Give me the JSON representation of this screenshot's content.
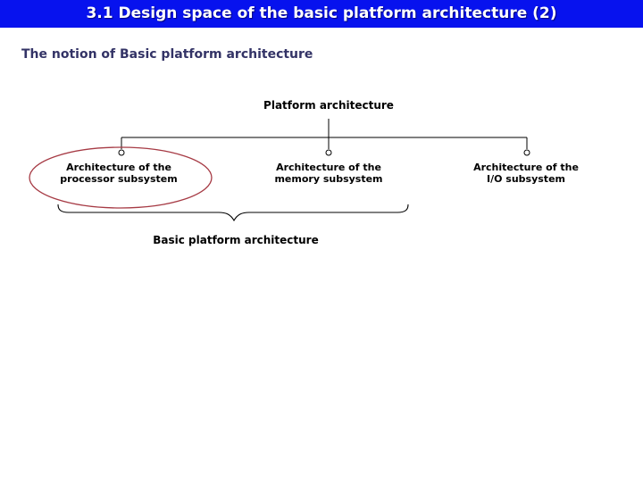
{
  "slide": {
    "title": "3.1 Design space of the basic platform architecture (2)",
    "subtitle": "The notion of Basic platform architecture",
    "colors": {
      "title_bar_background": "#0712EE",
      "title_text": "#FFFFFF",
      "subtitle_text": "#333366",
      "diagram_text": "#000000",
      "connector_line": "#000000",
      "highlight_ellipse": "#A63A44"
    }
  },
  "diagram": {
    "root_label": "Platform architecture",
    "nodes": [
      {
        "line1": "Architecture of the",
        "line2": "processor subsystem",
        "highlighted": "true"
      },
      {
        "line1": "Architecture of the",
        "line2": "memory subsystem",
        "highlighted": "false"
      },
      {
        "line1": "Architecture of the",
        "line2": "I/O subsystem",
        "highlighted": "false"
      }
    ],
    "brace_label": "Basic platform architecture"
  }
}
